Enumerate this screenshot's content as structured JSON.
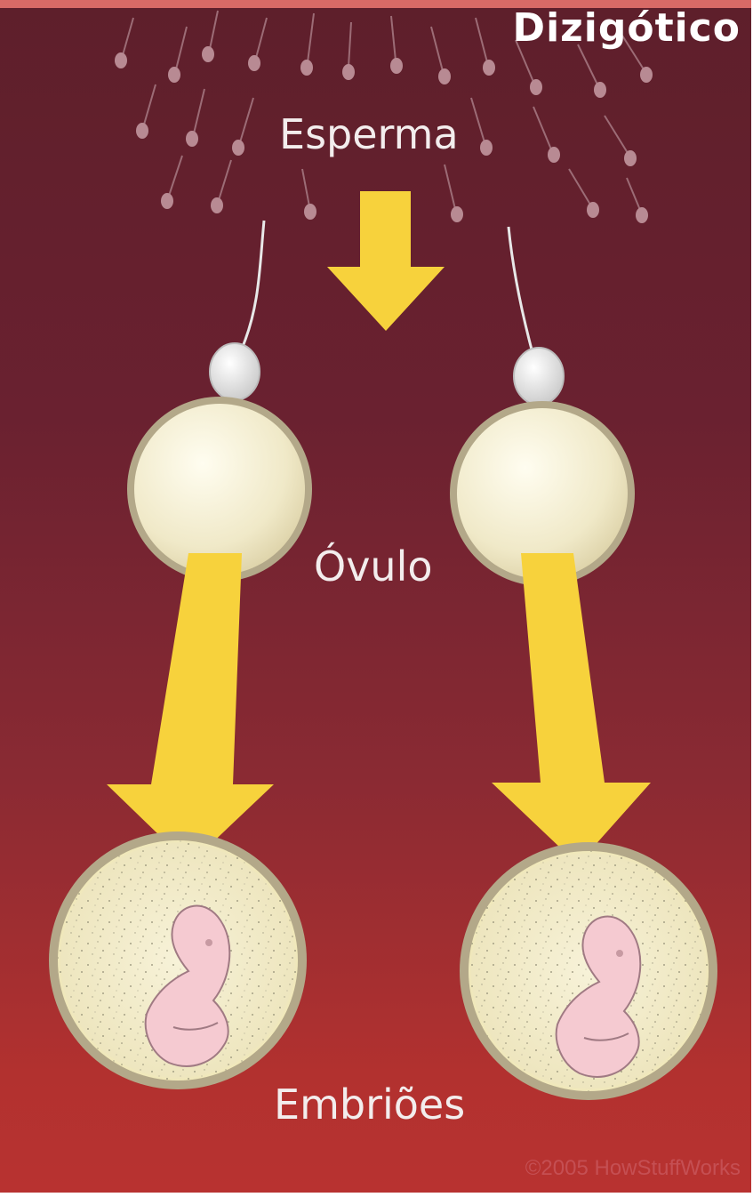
{
  "diagram": {
    "title": "Dizigótico",
    "labels": {
      "sperm": "Esperma",
      "egg": "Óvulo",
      "embryos": "Embriões"
    },
    "credit": "©2005 HowStuffWorks"
  },
  "colors": {
    "background_top": "#5e1f2b",
    "background_bottom": "#b83230",
    "arrow": "#f7d23c",
    "egg": "#f2ecd0",
    "egg_rim": "#b9ad8e",
    "embryo": "#f4c9cf",
    "text": "#ffffff"
  }
}
